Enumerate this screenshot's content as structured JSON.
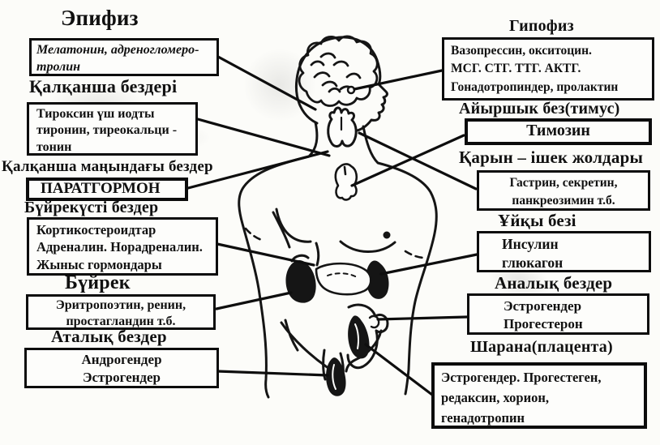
{
  "palette": {
    "ink": "#111111",
    "paper": "#fcfcf9"
  },
  "left_sections": [
    {
      "heading": "Эпифиз",
      "box_text": "Мелатонин, адреногломеро-\nтролин"
    },
    {
      "heading": "Қалқанша бездері",
      "box_text": "Тироксин үш иодты\nтиронин, тиреокальци -\nтонин"
    },
    {
      "heading": "Қалқанша маңындағы бездер",
      "box_text": "ПАРАТГОРМОН"
    },
    {
      "heading": "Бүйрекүсті бездер",
      "box_text": "Кортикостероидтар\nАдреналин. Норадреналин.\nЖыныс гормондары"
    },
    {
      "heading": "Бүйрек",
      "box_text": "Эритропоэтин, ренин,\nпростагландин т.б."
    },
    {
      "heading": "Аталық бездер",
      "box_text": "Андрогендер\nЭстрогендер"
    }
  ],
  "right_sections": [
    {
      "heading": "Гипофиз",
      "box_text": "Вазопрессин, окситоцин.\nМСГ. СТГ. ТТГ. АКТГ.\nГонадотропиндер, пролактин"
    },
    {
      "heading": "Айыршык без(тимус)",
      "box_text": "Тимозин"
    },
    {
      "heading": "Қарын – ішек жолдары",
      "box_text": "Гастрин, секретин,\nпанкреозимин т.б."
    },
    {
      "heading": "Ұйқы безі",
      "box_text": "Инсулин\nглюкагон"
    },
    {
      "heading": "Аналық бездер",
      "box_text": "Эстрогендер\nПрогестерон"
    },
    {
      "heading": "Шарана(плацента)",
      "box_text": "Эстрогендер. Прогестеген,\nредаксин, хорион,\nгенадотропин"
    }
  ],
  "figure": {
    "organs": [
      "brain",
      "pituitary",
      "thyroid",
      "thymus",
      "adrenal-kidney-left",
      "adrenal-kidney-right",
      "pancreas",
      "uterus-placenta",
      "fetus",
      "testis"
    ]
  }
}
